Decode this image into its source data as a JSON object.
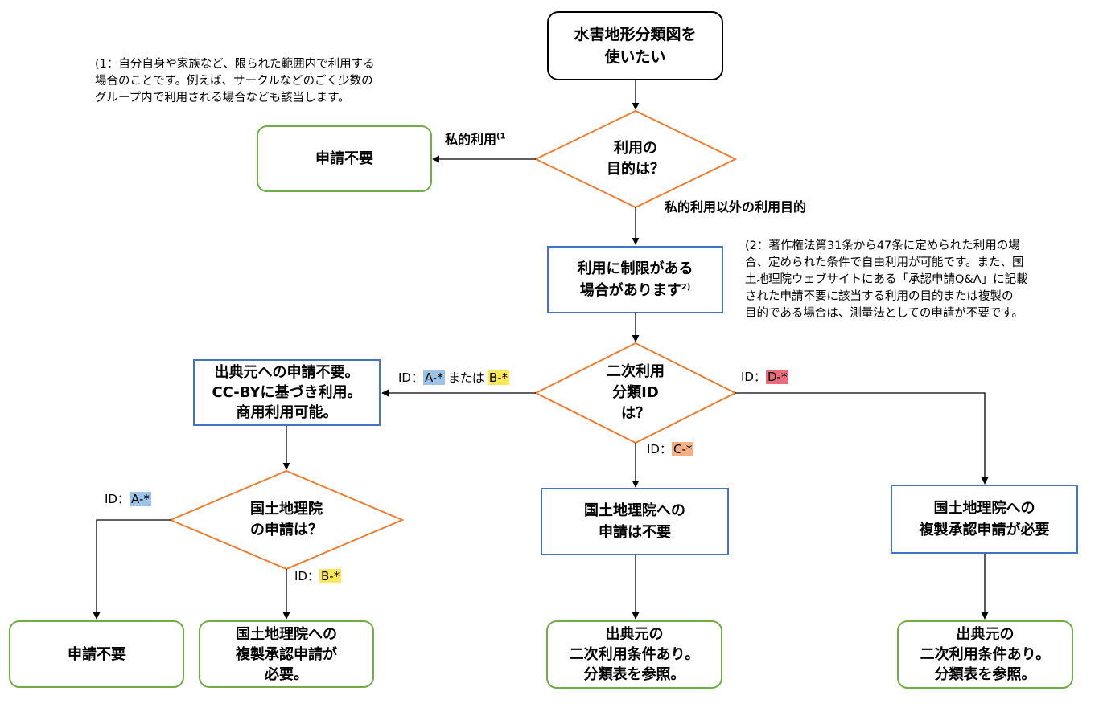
{
  "start": {
    "line1": "水害地形分類図を",
    "line2": "使いたい"
  },
  "decision_purpose": {
    "line1": "利用の",
    "line2": "目的は？"
  },
  "private_use_label": "私的利用",
  "private_use_sup": "(1",
  "no_application_top": "申請不要",
  "other_purpose_label": "私的利用以外の利用目的",
  "restricted": {
    "line1": "利用に制限がある",
    "line2": "場合があります",
    "sup": "2)"
  },
  "decision_id": {
    "line1": "二次利用",
    "line2": "分類ID",
    "line3": "は？"
  },
  "id_prefix": "ID：",
  "or_text": "または",
  "ids": {
    "a": "A-*",
    "b": "B-*",
    "c": "C-*",
    "d": "D-*"
  },
  "ccby_box": {
    "line1": "出典元への申請不要。",
    "line2_bold": "CC-BY",
    "line2_rest": "に基づき利用。",
    "line3": "商用利用可能。"
  },
  "decision_gsi": {
    "line1": "国土地理院",
    "line2": "の申請は？"
  },
  "no_application_bottom": "申請不要",
  "gsi_required_small": {
    "line1": "国土地理院への",
    "line2": "複製承認申請が",
    "line3": "必要。"
  },
  "gsi_not_required": {
    "line1": "国土地理院への",
    "line2_pre": "申請は",
    "line2_bold": "不要"
  },
  "gsi_required": {
    "line1": "国土地理院への",
    "line2_pre": "複製承認申請が",
    "line2_bold": "必要"
  },
  "source_conditions": {
    "line1": "出典元の",
    "line2": "二次利用条件あり。",
    "line3": "分類表を参照。"
  },
  "note1": {
    "lines": [
      "(1：自分自身や家族など、限られた範囲内で利用する",
      "場合のことです。例えば、サークルなどのごく少数の",
      "グループ内で利用される場合なども該当します。"
    ]
  },
  "note2": {
    "lines": [
      "(2：著作権法第31条から47条に定められた利用の場",
      "合、定められた条件で自由利用が可能です。また、国",
      "土地理院ウェブサイトにある「承認申請Q&A」に記載",
      "された申請不要に該当する利用の目的または複製の",
      "目的である場合は、測量法としての申請が不要です。"
    ]
  },
  "colors": {
    "green": "#70ad47",
    "blue": "#4472c4",
    "orange": "#ed7d31",
    "id_a": "#9dc3e6",
    "id_b": "#ffe65a",
    "id_c": "#f4b183",
    "id_d": "#ea6b7a"
  }
}
